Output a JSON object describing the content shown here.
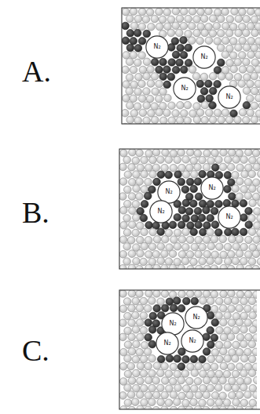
{
  "diagram": {
    "nodes": [
      {
        "text": [
          "N₂"
        ]
      },
      {
        "text": [
          "N₂"
        ]
      },
      {
        "text": [
          "N₂"
        ]
      },
      {
        "text": [
          "N₂"
        ]
      },
      {
        "text": [
          "N₂"
        ]
      },
      {
        "text": [
          "N₂"
        ]
      },
      {
        "text": [
          "N₂"
        ]
      },
      {
        "text": [
          "N₂"
        ]
      },
      {
        "text": [
          "N₂"
        ]
      },
      {
        "text": [
          "N₂"
        ]
      },
      {
        "text": [
          "N₂"
        ]
      },
      {
        "text": [
          "N₂"
        ]
      }
    ],
    "labels": [
      "A.",
      "B.",
      "C."
    ]
  }
}
